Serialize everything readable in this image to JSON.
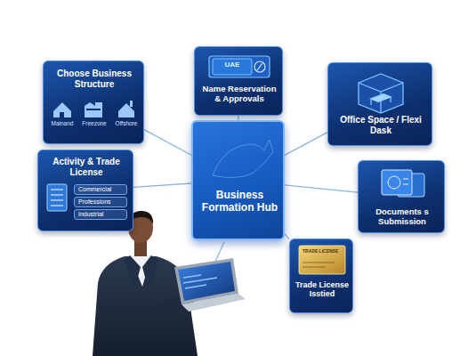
{
  "diagram": {
    "nodes": [
      {
        "text": [
          "UAE",
          "Name Reservation & Approvals"
        ]
      },
      {
        "text": [
          "Choose Business Structure",
          "Mainand",
          "Freezone",
          "Offshore"
        ]
      },
      {
        "text": [
          "Office Space / Flexi Dask"
        ]
      },
      {
        "text": [
          "Business Formation Hub"
        ]
      },
      {
        "text": [
          "Activity & Trade License",
          "Commercial",
          "Professions",
          "Industrial"
        ]
      },
      {
        "text": [
          "Documents s Submission"
        ]
      },
      {
        "text": [
          "TRADE LICENSE",
          "Trade License Isstied"
        ]
      }
    ],
    "edges": [
      {
        "from": 3,
        "to": 0,
        "arrow": "none"
      },
      {
        "from": 3,
        "to": 1,
        "arrow": "none"
      },
      {
        "from": 3,
        "to": 2,
        "arrow": "none"
      },
      {
        "from": 3,
        "to": 4,
        "arrow": "none"
      },
      {
        "from": 3,
        "to": 5,
        "arrow": "none"
      },
      {
        "from": 3,
        "to": 6,
        "arrow": "none"
      }
    ]
  }
}
